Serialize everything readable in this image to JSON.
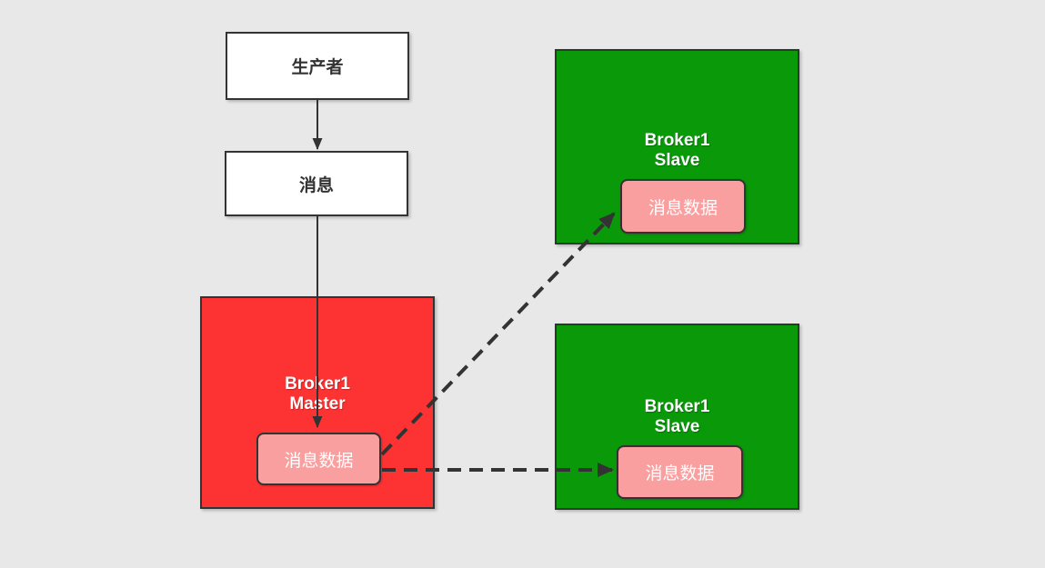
{
  "diagram": {
    "background_color": "#e8e8e8",
    "stroke_color": "#333333",
    "data_box_fill": "#fa9f9f",
    "nodes": {
      "producer": {
        "label": "生产者",
        "fill": "#ffffff"
      },
      "message": {
        "label": "消息",
        "fill": "#ffffff"
      },
      "broker_master": {
        "title_line1": "Broker1",
        "title_line2": "Master",
        "fill": "#fd3333",
        "data_box": {
          "label": "消息数据",
          "fill": "#fa9f9f"
        }
      },
      "broker_slave_top": {
        "title_line1": "Broker1",
        "title_line2": "Slave",
        "fill": "#099909",
        "data_box": {
          "label": "消息数据",
          "fill": "#fa9f9f"
        }
      },
      "broker_slave_bottom": {
        "title_line1": "Broker1",
        "title_line2": "Slave",
        "fill": "#099909",
        "data_box": {
          "label": "消息数据",
          "fill": "#fa9f9f"
        }
      }
    },
    "edges": [
      {
        "from": "producer",
        "to": "message",
        "style": "solid-arrow"
      },
      {
        "from": "message",
        "to": "broker_master.data_box",
        "style": "solid-arrow"
      },
      {
        "from": "broker_master.data_box",
        "to": "broker_slave_top.data_box",
        "style": "dashed-arrow"
      },
      {
        "from": "broker_master.data_box",
        "to": "broker_slave_bottom.data_box",
        "style": "dashed-arrow"
      }
    ]
  }
}
